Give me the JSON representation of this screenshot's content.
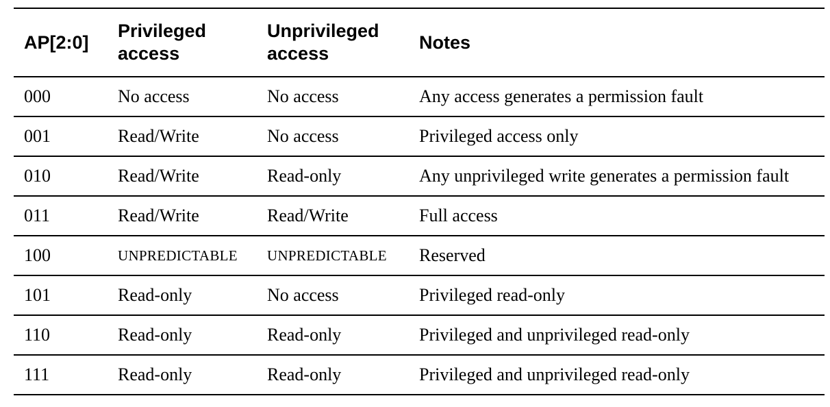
{
  "colors": {
    "text": "#000000",
    "background": "#ffffff",
    "rule": "#000000"
  },
  "table": {
    "columns": [
      {
        "key": "ap",
        "label": "AP[2:0]"
      },
      {
        "key": "priv",
        "label": "Privileged access"
      },
      {
        "key": "unpriv",
        "label": "Unprivileged access"
      },
      {
        "key": "notes",
        "label": "Notes"
      }
    ],
    "rows": [
      {
        "ap": "000",
        "priv": "No access",
        "unpriv": "No access",
        "notes": "Any access generates a permission fault"
      },
      {
        "ap": "001",
        "priv": "Read/Write",
        "unpriv": "No access",
        "notes": "Privileged access only"
      },
      {
        "ap": "010",
        "priv": "Read/Write",
        "unpriv": "Read-only",
        "notes": "Any unprivileged write generates a permission fault"
      },
      {
        "ap": "011",
        "priv": "Read/Write",
        "unpriv": "Read/Write",
        "notes": "Full access"
      },
      {
        "ap": "100",
        "priv": "UNPREDICTABLE",
        "unpriv": "UNPREDICTABLE",
        "notes": "Reserved"
      },
      {
        "ap": "101",
        "priv": "Read-only",
        "unpriv": "No access",
        "notes": "Privileged read-only"
      },
      {
        "ap": "110",
        "priv": "Read-only",
        "unpriv": "Read-only",
        "notes": "Privileged and unprivileged read-only"
      },
      {
        "ap": "111",
        "priv": "Read-only",
        "unpriv": "Read-only",
        "notes": "Privileged and unprivileged read-only"
      }
    ]
  }
}
